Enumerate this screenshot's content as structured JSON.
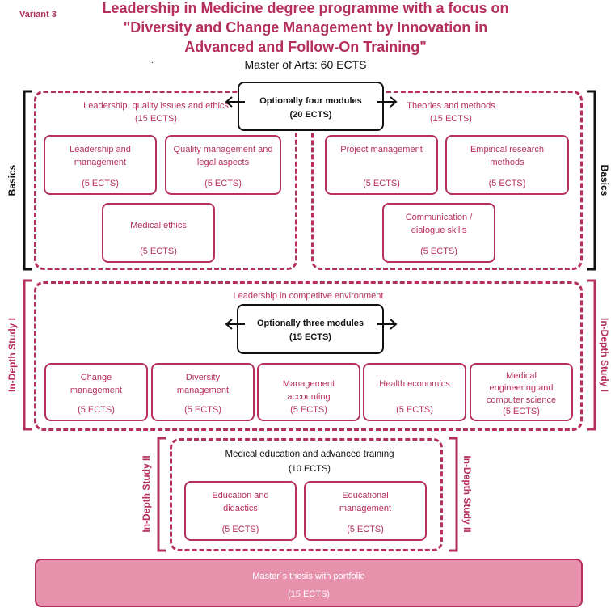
{
  "variant": "Variant 3",
  "title": {
    "line1": "Leadership in Medicine degree programme with a focus on",
    "line2": "\"Diversity and Change Management by Innovation in",
    "line3": "Advanced and Follow-On Training\""
  },
  "subtitle": "Master of Arts: 60 ECTS",
  "dot": ".",
  "basics": {
    "label": "Basics",
    "optional": {
      "line1": "Optionally four modules",
      "line2": "(20 ECTS)"
    },
    "left": {
      "title": "Leadership, quality issues and ethics",
      "ects": "(15 ECTS)",
      "modules": [
        {
          "name1": "Leadership and",
          "name2": "management",
          "ects": "(5 ECTS)"
        },
        {
          "name1": "Quality management and",
          "name2": "legal aspects",
          "ects": "(5 ECTS)"
        },
        {
          "name1": "Medical ethics",
          "name2": "",
          "ects": "(5 ECTS)"
        }
      ]
    },
    "right": {
      "title": "Theories and methods",
      "ects": "(15 ECTS)",
      "modules": [
        {
          "name1": "Project management",
          "name2": "",
          "ects": "(5 ECTS)"
        },
        {
          "name1": "Empirical research",
          "name2": "methods",
          "ects": "(5 ECTS)"
        },
        {
          "name1": "Communication /",
          "name2": "dialogue skills",
          "ects": "(5 ECTS)"
        }
      ]
    }
  },
  "indepth1": {
    "label": "In-Depth Study I",
    "title": "Leadership in competitve environment",
    "optional": {
      "line1": "Optionally three modules",
      "line2": "(15 ECTS)"
    },
    "modules": [
      {
        "name1": "Change",
        "name2": "management",
        "name3": "",
        "ects": "(5 ECTS)"
      },
      {
        "name1": "Diversity",
        "name2": "management",
        "name3": "",
        "ects": "(5 ECTS)"
      },
      {
        "name1": "Management",
        "name2": "accounting",
        "name3": "",
        "ects": "(5 ECTS)"
      },
      {
        "name1": "Health economics",
        "name2": "",
        "name3": "",
        "ects": "(5 ECTS)"
      },
      {
        "name1": "Medical",
        "name2": "engineering and",
        "name3": "computer science",
        "ects": "(5 ECTS)"
      }
    ]
  },
  "indepth2": {
    "label": "In-Depth Study II",
    "title": "Medical education and advanced training",
    "ects": "(10 ECTS)",
    "modules": [
      {
        "name1": "Education and",
        "name2": "didactics",
        "ects": "(5 ECTS)"
      },
      {
        "name1": "Educational",
        "name2": "management",
        "ects": "(5 ECTS)"
      }
    ]
  },
  "thesis": {
    "name": "Master´s thesis with portfolio",
    "ects": "(15 ECTS)"
  },
  "colors": {
    "accent": "#b5305f",
    "thesis_fill": "#e891ad",
    "black": "#111111"
  }
}
